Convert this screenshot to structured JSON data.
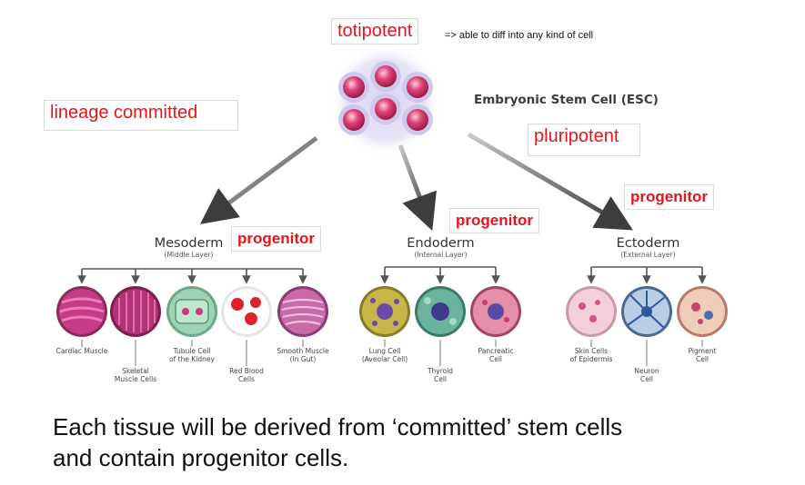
{
  "annotations": {
    "totipotent": "totipotent",
    "totipotent_note": "=> able to diff into any kind of cell",
    "lineage_committed": "lineage committed",
    "pluripotent": "pluripotent",
    "progenitor": "progenitor"
  },
  "esc": {
    "label": "Embryonic Stem Cell (ESC)"
  },
  "layers": [
    {
      "name": "Mesoderm",
      "sub": "(Middle Layer)"
    },
    {
      "name": "Endoderm",
      "sub": "(Internal Layer)"
    },
    {
      "name": "Ectoderm",
      "sub": "(External Layer)"
    }
  ],
  "cells": [
    {
      "label": "Cardiac Muscle"
    },
    {
      "label": "Skeletal\nMuscle Cells"
    },
    {
      "label": "Tubule Cell\nof the Kidney"
    },
    {
      "label": "Red Blood\nCells"
    },
    {
      "label": "Smooth Muscle\n(In Gut)"
    },
    {
      "label": "Lung Cell\n(Aveolar Cell)"
    },
    {
      "label": "Thyroid\nCell"
    },
    {
      "label": "Pancreatic\nCell"
    },
    {
      "label": "Skin Cells\nof Epidermis"
    },
    {
      "label": "Neuron\nCell"
    },
    {
      "label": "Pigment\nCell"
    }
  ],
  "caption": {
    "line1": "Each tissue will be derived from ‘committed’ stem cells",
    "line2": "and contain progenitor cells."
  },
  "colors": {
    "annotation_red": "#e8141a",
    "arrow_gray": "#3d3d3d"
  }
}
